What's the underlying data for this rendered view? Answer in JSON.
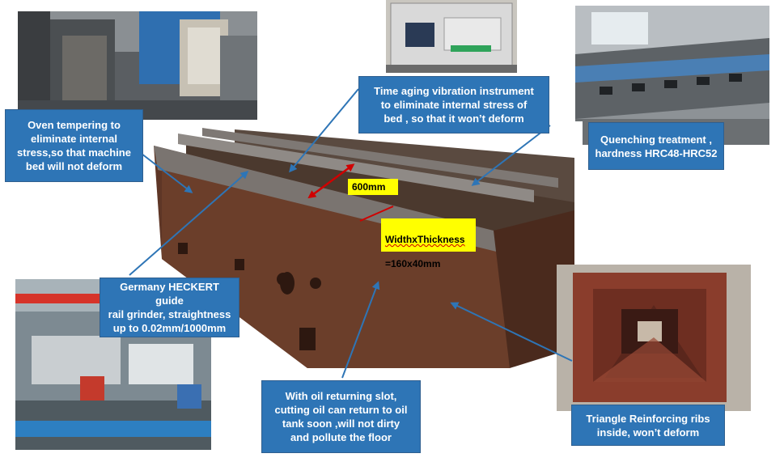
{
  "callouts": {
    "oven": "Oven tempering to\neliminate internal\nstress,so that machine\nbed will not deform",
    "vibration": "Time aging vibration instrument\nto eliminate internal stress of\nbed , so that it won’t deform",
    "quenching": "Quenching  treatment  ,\nhardness HRC48-HRC52",
    "grinder": "Germany HECKERT guide\nrail grinder, straightness\nup to 0.02mm/1000mm",
    "oil_slot": "With oil returning slot,\ncutting oil can return to oil\ntank soon ,will not dirty\nand pollute the floor",
    "ribs": "Triangle Reinforcing ribs\ninside, won’t deform"
  },
  "dimensions": {
    "height_label": "600mm",
    "width_label_top": "WidthxThickness",
    "width_label_bottom": "=160x40mm"
  },
  "colors": {
    "callout_fill": "#2e75b6",
    "arrow": "#2e75b6",
    "highlight": "#ffff00",
    "dimension_arrow": "#d00000"
  }
}
